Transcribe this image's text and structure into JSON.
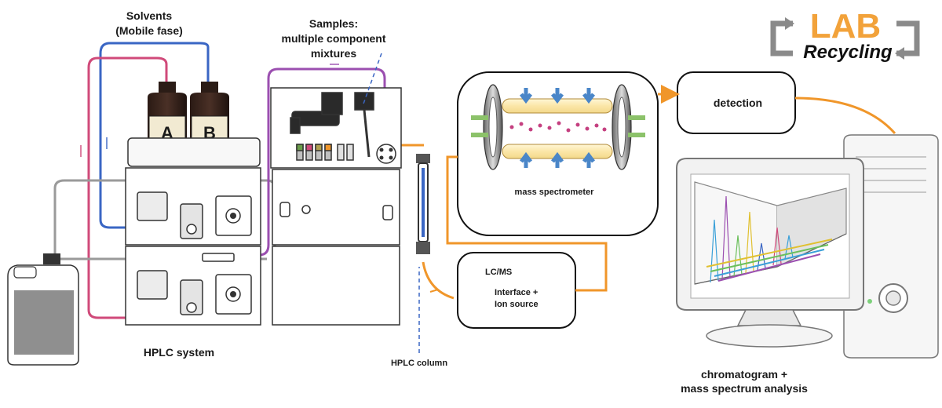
{
  "labels": {
    "solvents_line1": "Solvents",
    "solvents_line2": "(Mobile fase)",
    "samples_line1": "Samples:",
    "samples_line2": "multiple component",
    "samples_line3": "mixtures",
    "bottle_a": "A",
    "bottle_b": "B",
    "hplc_system": "HPLC system",
    "hplc_column": "HPLC column",
    "mass_spectrometer": "mass spectrometer",
    "detection": "detection",
    "lcms_title": "LC/MS",
    "lcms_line2": "Interface +",
    "lcms_line3": "Ion source",
    "analysis_line1": "chromatogram +",
    "analysis_line2": "mass spectrum analysis"
  },
  "logo": {
    "word": "LAB",
    "script": "Recycling"
  },
  "colors": {
    "orange": "#f0962a",
    "pink": "#d04a7a",
    "blue": "#3a66c4",
    "purple": "#9b4fb0",
    "gray": "#9a9a9a",
    "logo_orange": "#f2a23a"
  }
}
